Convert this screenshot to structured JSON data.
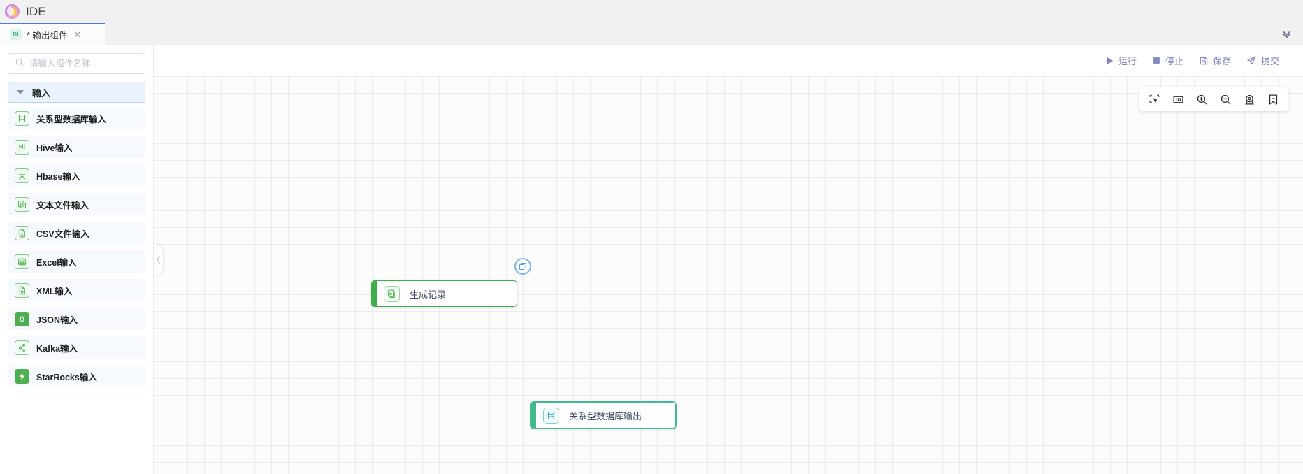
{
  "app": {
    "title": "IDE",
    "logo_icon": "swirl-logo-icon",
    "logo_colors": {
      "purple": "#9b6fd4",
      "orange": "#f0a93c",
      "pink": "#e49ad6"
    }
  },
  "tabbar": {
    "tabs": [
      {
        "badge": "DI",
        "label": "* 输出组件",
        "close_icon": "close-icon",
        "active": true
      }
    ],
    "more_icon": "double-chevron-down-icon"
  },
  "sidebar": {
    "search": {
      "placeholder": "请输入组件名称",
      "value": "",
      "icon": "search-icon"
    },
    "group": {
      "label": "输入",
      "caret_icon": "caret-down-icon",
      "expanded": true
    },
    "items": [
      {
        "label": "关系型数据库输入",
        "icon": "database-icon"
      },
      {
        "label": "Hive输入",
        "icon": "hive-icon",
        "text": "Hi"
      },
      {
        "label": "Hbase输入",
        "icon": "hbase-icon"
      },
      {
        "label": "文本文件输入",
        "icon": "text-file-icon"
      },
      {
        "label": "CSV文件输入",
        "icon": "csv-file-icon"
      },
      {
        "label": "Excel输入",
        "icon": "excel-icon"
      },
      {
        "label": "XML输入",
        "icon": "xml-file-icon"
      },
      {
        "label": "JSON输入",
        "icon": "json-icon"
      },
      {
        "label": "Kafka输入",
        "icon": "kafka-icon"
      },
      {
        "label": "StarRocks输入",
        "icon": "starrocks-icon"
      }
    ],
    "collapse_icon": "chevron-left-icon",
    "accent_green": "#86c98a"
  },
  "toolbar": {
    "accent": "#7d85c4",
    "buttons": [
      {
        "label": "运行",
        "icon": "play-icon"
      },
      {
        "label": "停止",
        "icon": "stop-icon"
      },
      {
        "label": "保存",
        "icon": "save-icon"
      },
      {
        "label": "提交",
        "icon": "submit-icon"
      }
    ]
  },
  "canvas_tools": [
    {
      "icon": "select-area-icon"
    },
    {
      "icon": "fit-view-icon"
    },
    {
      "icon": "zoom-in-icon"
    },
    {
      "icon": "zoom-out-icon"
    },
    {
      "icon": "locate-icon"
    },
    {
      "icon": "bookmark-icon"
    }
  ],
  "canvas": {
    "grid_size": 24,
    "nodes": [
      {
        "id": "generate",
        "label": "生成记录",
        "icon": "document-stack-icon",
        "color": "#3fae49",
        "selected": false
      },
      {
        "id": "dbout",
        "label": "关系型数据库输出",
        "icon": "database-icon",
        "color": "#42b98f",
        "selected": true
      }
    ],
    "edge": {
      "badge_icon": "copy-icon",
      "badge_color": "#7ab5f5",
      "line_color": "#9a9a9a"
    }
  }
}
